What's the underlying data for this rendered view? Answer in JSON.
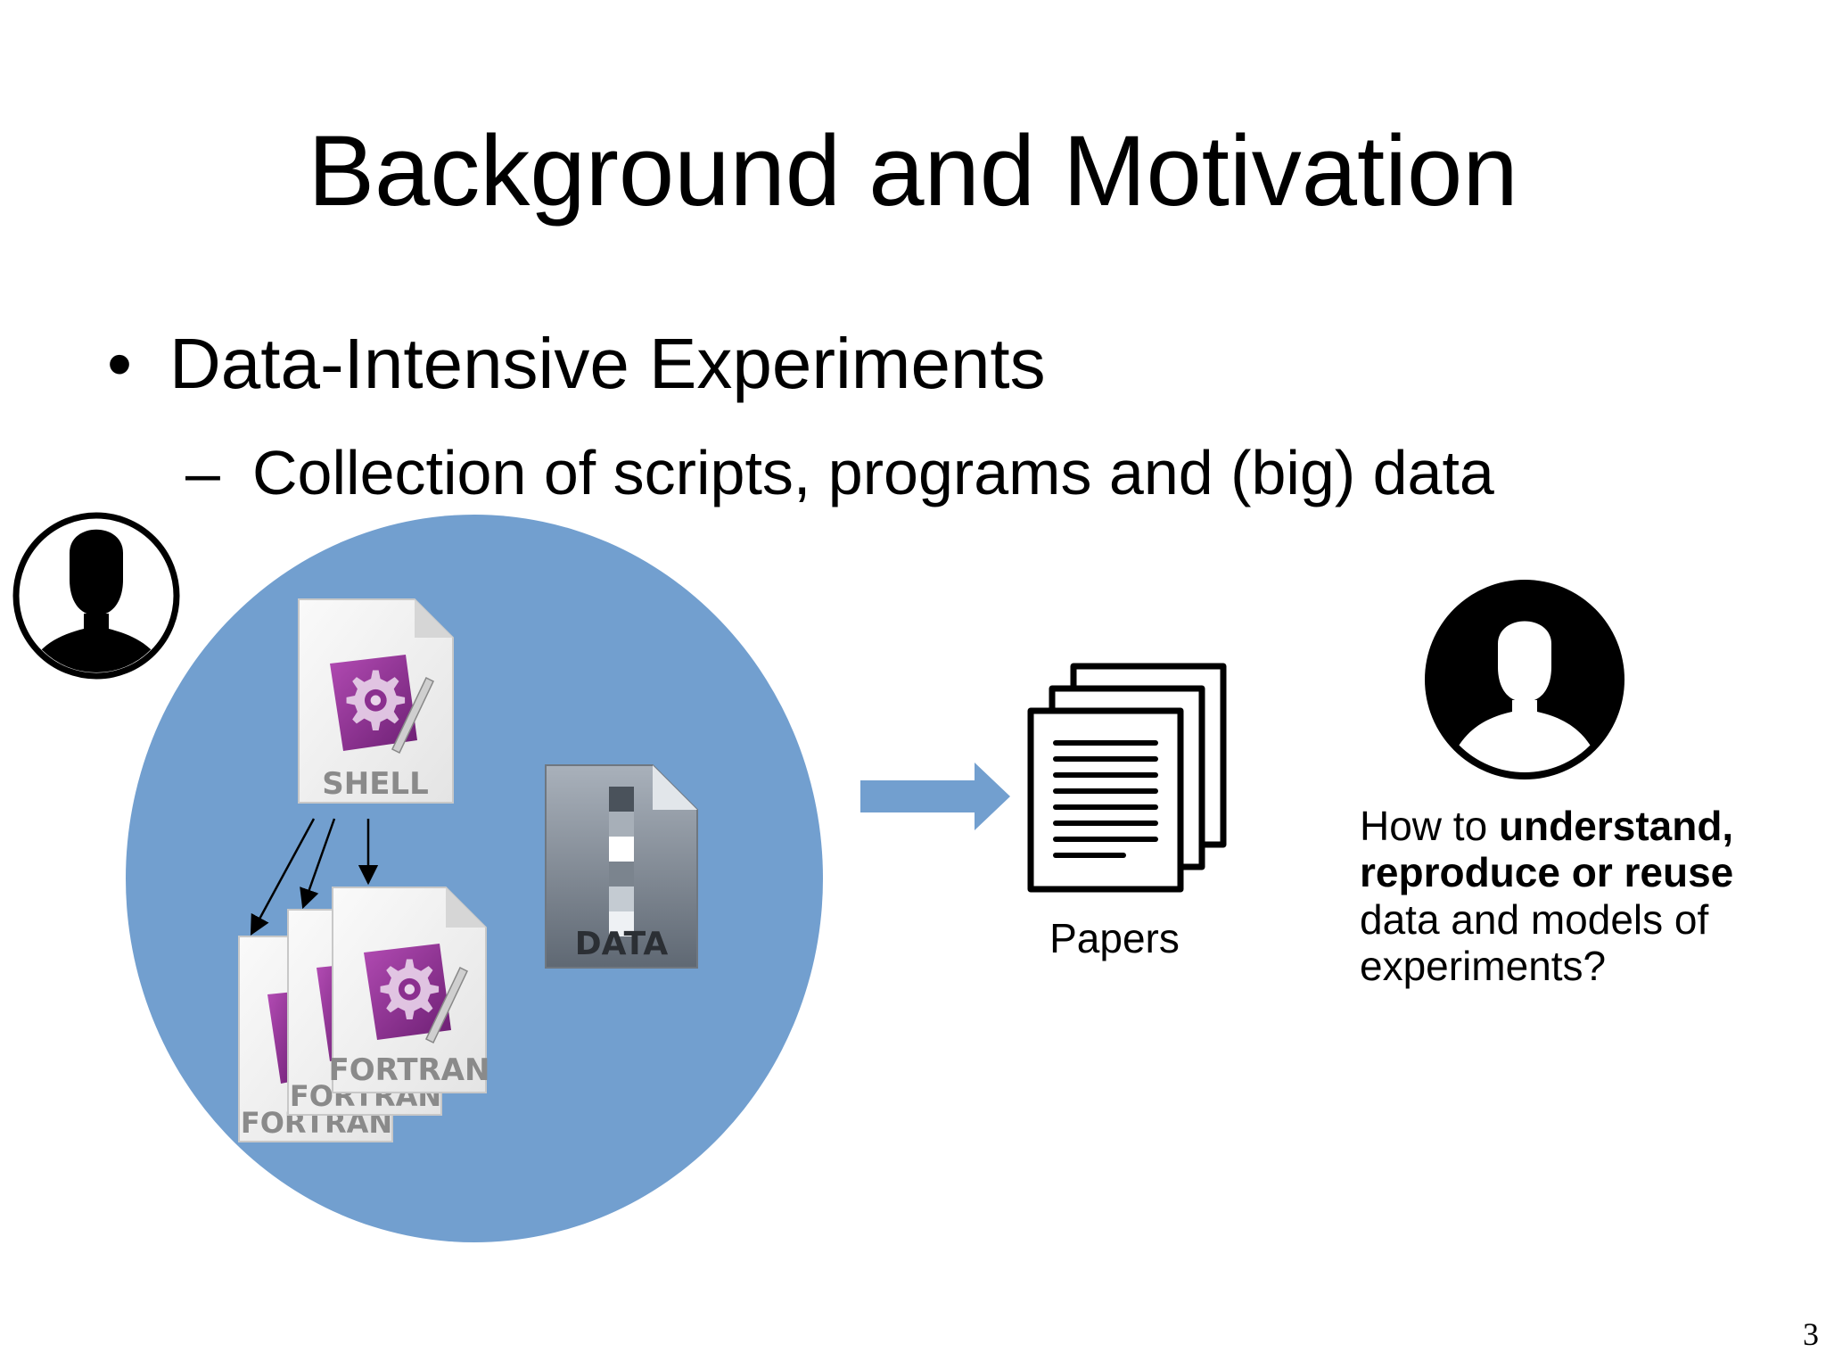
{
  "slide": {
    "title": "Background and Motivation",
    "page_number": "3"
  },
  "bullets": {
    "main_marker": "•",
    "main": "Data-Intensive Experiments",
    "sub_marker": "–",
    "sub": "Collection of scripts, programs and (big) data"
  },
  "diagram": {
    "files": {
      "shell_label": "SHELL",
      "fortran_label": "FORTRAN",
      "fortran_back_1_label": "FORTRAN",
      "fortran_back_2_label": "FORTRAN",
      "data_label": "DATA"
    },
    "papers_label": "Papers",
    "question": {
      "part1": "How to ",
      "part2_bold": "understand, reproduce or reuse",
      "part3": " data and models of experiments?"
    }
  },
  "colors": {
    "circle_fill": "#729fcf",
    "arrow_fill": "#729fcf",
    "icon_purple": "#8b2f8f"
  },
  "icons": {
    "researcher": "user-silhouette-icon",
    "reader": "user-silhouette-icon",
    "papers": "documents-stack-icon"
  }
}
